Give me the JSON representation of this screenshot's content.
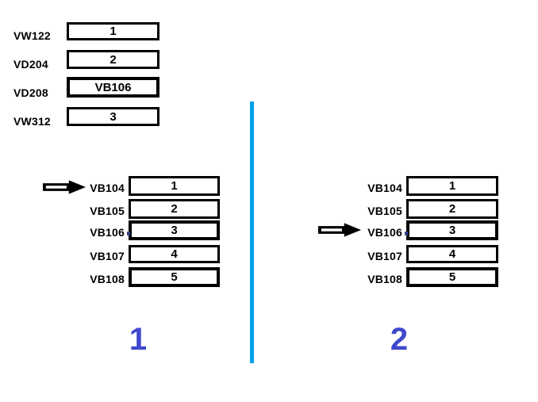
{
  "colors": {
    "background": "#ffffff",
    "line": "#000000",
    "divider": "#00a2e8",
    "step": "#3f48cc"
  },
  "pointer_registers": {
    "rows": [
      {
        "label": "VW122",
        "value": "1"
      },
      {
        "label": "VD204",
        "value": "2"
      },
      {
        "label": "VD208",
        "value": "VB106"
      },
      {
        "label": "VW312",
        "value": "3"
      }
    ]
  },
  "panel_1": {
    "step_label": "1",
    "arrow_icon": "right-block-arrow",
    "arrow_points_to": "VB104",
    "rows": [
      {
        "label": "VB104",
        "value": "1"
      },
      {
        "label": "VB105",
        "value": "2"
      },
      {
        "label": "VB106",
        "value": "3"
      },
      {
        "label": "VB107",
        "value": "4"
      },
      {
        "label": "VB108",
        "value": "5"
      }
    ]
  },
  "panel_2": {
    "step_label": "2",
    "arrow_icon": "right-block-arrow",
    "arrow_points_to": "VB106",
    "rows": [
      {
        "label": "VB104",
        "value": "1"
      },
      {
        "label": "VB105",
        "value": "2"
      },
      {
        "label": "VB106",
        "value": "3"
      },
      {
        "label": "VB107",
        "value": "4"
      },
      {
        "label": "VB108",
        "value": "5"
      }
    ]
  }
}
